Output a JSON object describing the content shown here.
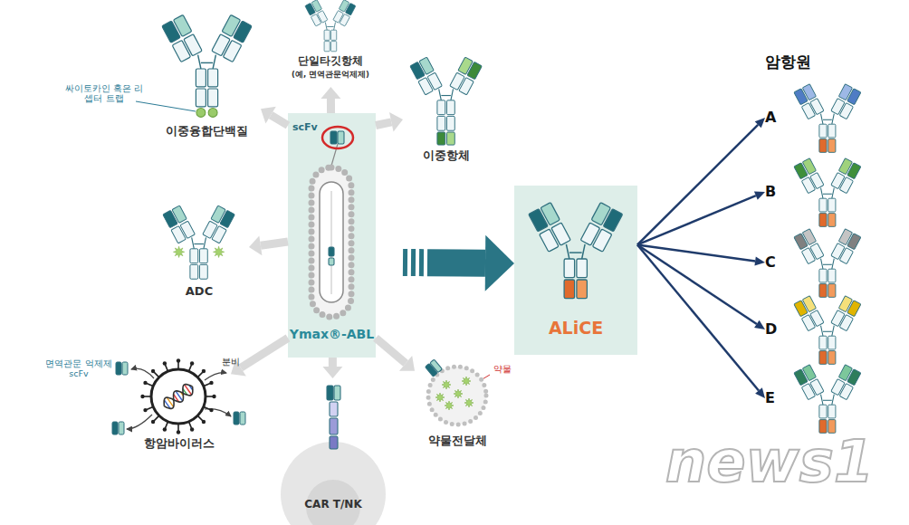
{
  "diagram": {
    "nodes": [
      {
        "text": [
          "scFv",
          "Ymax®-ABL"
        ]
      },
      {
        "text": [
          "이중융합단백질"
        ]
      },
      {
        "text": [
          "단일타깃항체",
          "(예, 면역관문억제제)"
        ]
      },
      {
        "text": [
          "이중항체"
        ]
      },
      {
        "text": [
          "ADC"
        ]
      },
      {
        "text": [
          "항암바이러스"
        ]
      },
      {
        "text": [
          "CAR T/NK"
        ]
      },
      {
        "text": [
          "약물전달체"
        ]
      },
      {
        "text": [
          "ALiCE"
        ]
      },
      {
        "text": [
          "A"
        ]
      },
      {
        "text": [
          "B"
        ]
      },
      {
        "text": [
          "C"
        ]
      },
      {
        "text": [
          "D"
        ]
      },
      {
        "text": [
          "E"
        ]
      }
    ],
    "edges": [
      {
        "from": 0,
        "to": 1,
        "arrow": "to"
      },
      {
        "from": 0,
        "to": 2,
        "arrow": "to"
      },
      {
        "from": 0,
        "to": 3,
        "arrow": "to"
      },
      {
        "from": 0,
        "to": 4,
        "arrow": "to"
      },
      {
        "from": 0,
        "to": 5,
        "arrow": "to"
      },
      {
        "from": 0,
        "to": 6,
        "arrow": "to"
      },
      {
        "from": 0,
        "to": 7,
        "arrow": "to"
      },
      {
        "from": 0,
        "to": 8,
        "arrow": "to"
      },
      {
        "from": 8,
        "to": 9,
        "arrow": "to"
      },
      {
        "from": 8,
        "to": 10,
        "arrow": "to"
      },
      {
        "from": 8,
        "to": 11,
        "arrow": "to"
      },
      {
        "from": 8,
        "to": 12,
        "arrow": "to"
      },
      {
        "from": 8,
        "to": 13,
        "arrow": "to"
      }
    ],
    "labels": [
      "싸이토카인 혹은 리셉터 트랩",
      "면역관문 억제제 scFv",
      "분비",
      "약물",
      "암항원",
      "news1"
    ]
  }
}
